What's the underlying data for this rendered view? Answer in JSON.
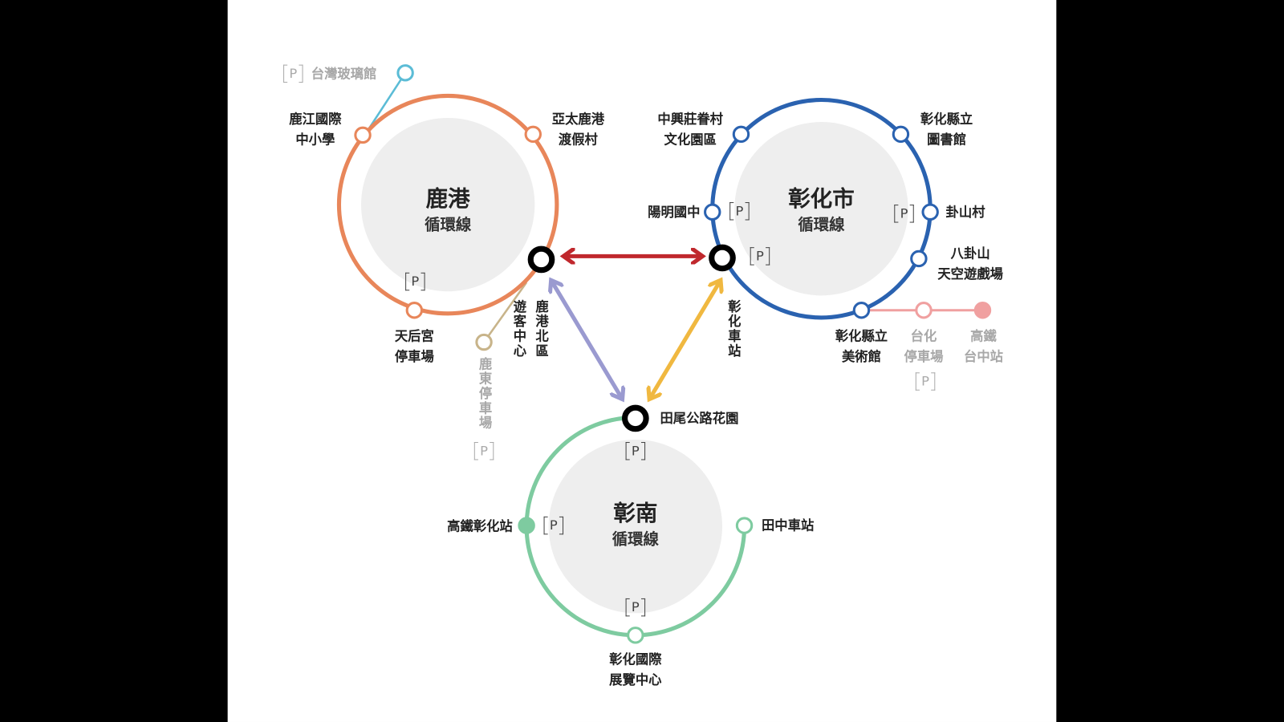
{
  "colors": {
    "lukang": "#e8865a",
    "changhua": "#2a62b0",
    "changnan": "#7ecba0",
    "glass": "#5bbcd6",
    "east": "#c8b48a",
    "pink": "#f0a0a0",
    "red": "#c0282d",
    "purple": "#9a9ad0",
    "yellow": "#f0b840"
  },
  "parking_icon": "P",
  "lines": {
    "lukang": {
      "title": "鹿港",
      "sub": "循環線"
    },
    "changhua": {
      "title": "彰化市",
      "sub": "循環線"
    },
    "changnan": {
      "title": "彰南",
      "sub": "循環線"
    }
  },
  "stations": {
    "glass": "台灣玻璃館",
    "lujiang": [
      "鹿江國際",
      "中小學"
    ],
    "yatai": [
      "亞太鹿港",
      "渡假村"
    ],
    "tianhou": [
      "天后宮",
      "停車場"
    ],
    "lukang_north": "鹿港北區",
    "visitor_center": "遊客中心",
    "ludong": "鹿東停車場",
    "zhongxing": [
      "中興莊眷村",
      "文化園區"
    ],
    "library": [
      "彰化縣立",
      "圖書館"
    ],
    "yangming": "陽明國中",
    "guashan": "卦山村",
    "baguashan": [
      "八卦山",
      "天空遊戲場"
    ],
    "museum": [
      "彰化縣立",
      "美術館"
    ],
    "taihua": [
      "台化",
      "停車場"
    ],
    "hsr_taichung": [
      "高鐵",
      "台中站"
    ],
    "changhua_station": "彰化車站",
    "tianwei": "田尾公路花園",
    "hsr_changhua": "高鐵彰化站",
    "tianzhong": "田中車站",
    "expo": [
      "彰化國際",
      "展覽中心"
    ]
  }
}
